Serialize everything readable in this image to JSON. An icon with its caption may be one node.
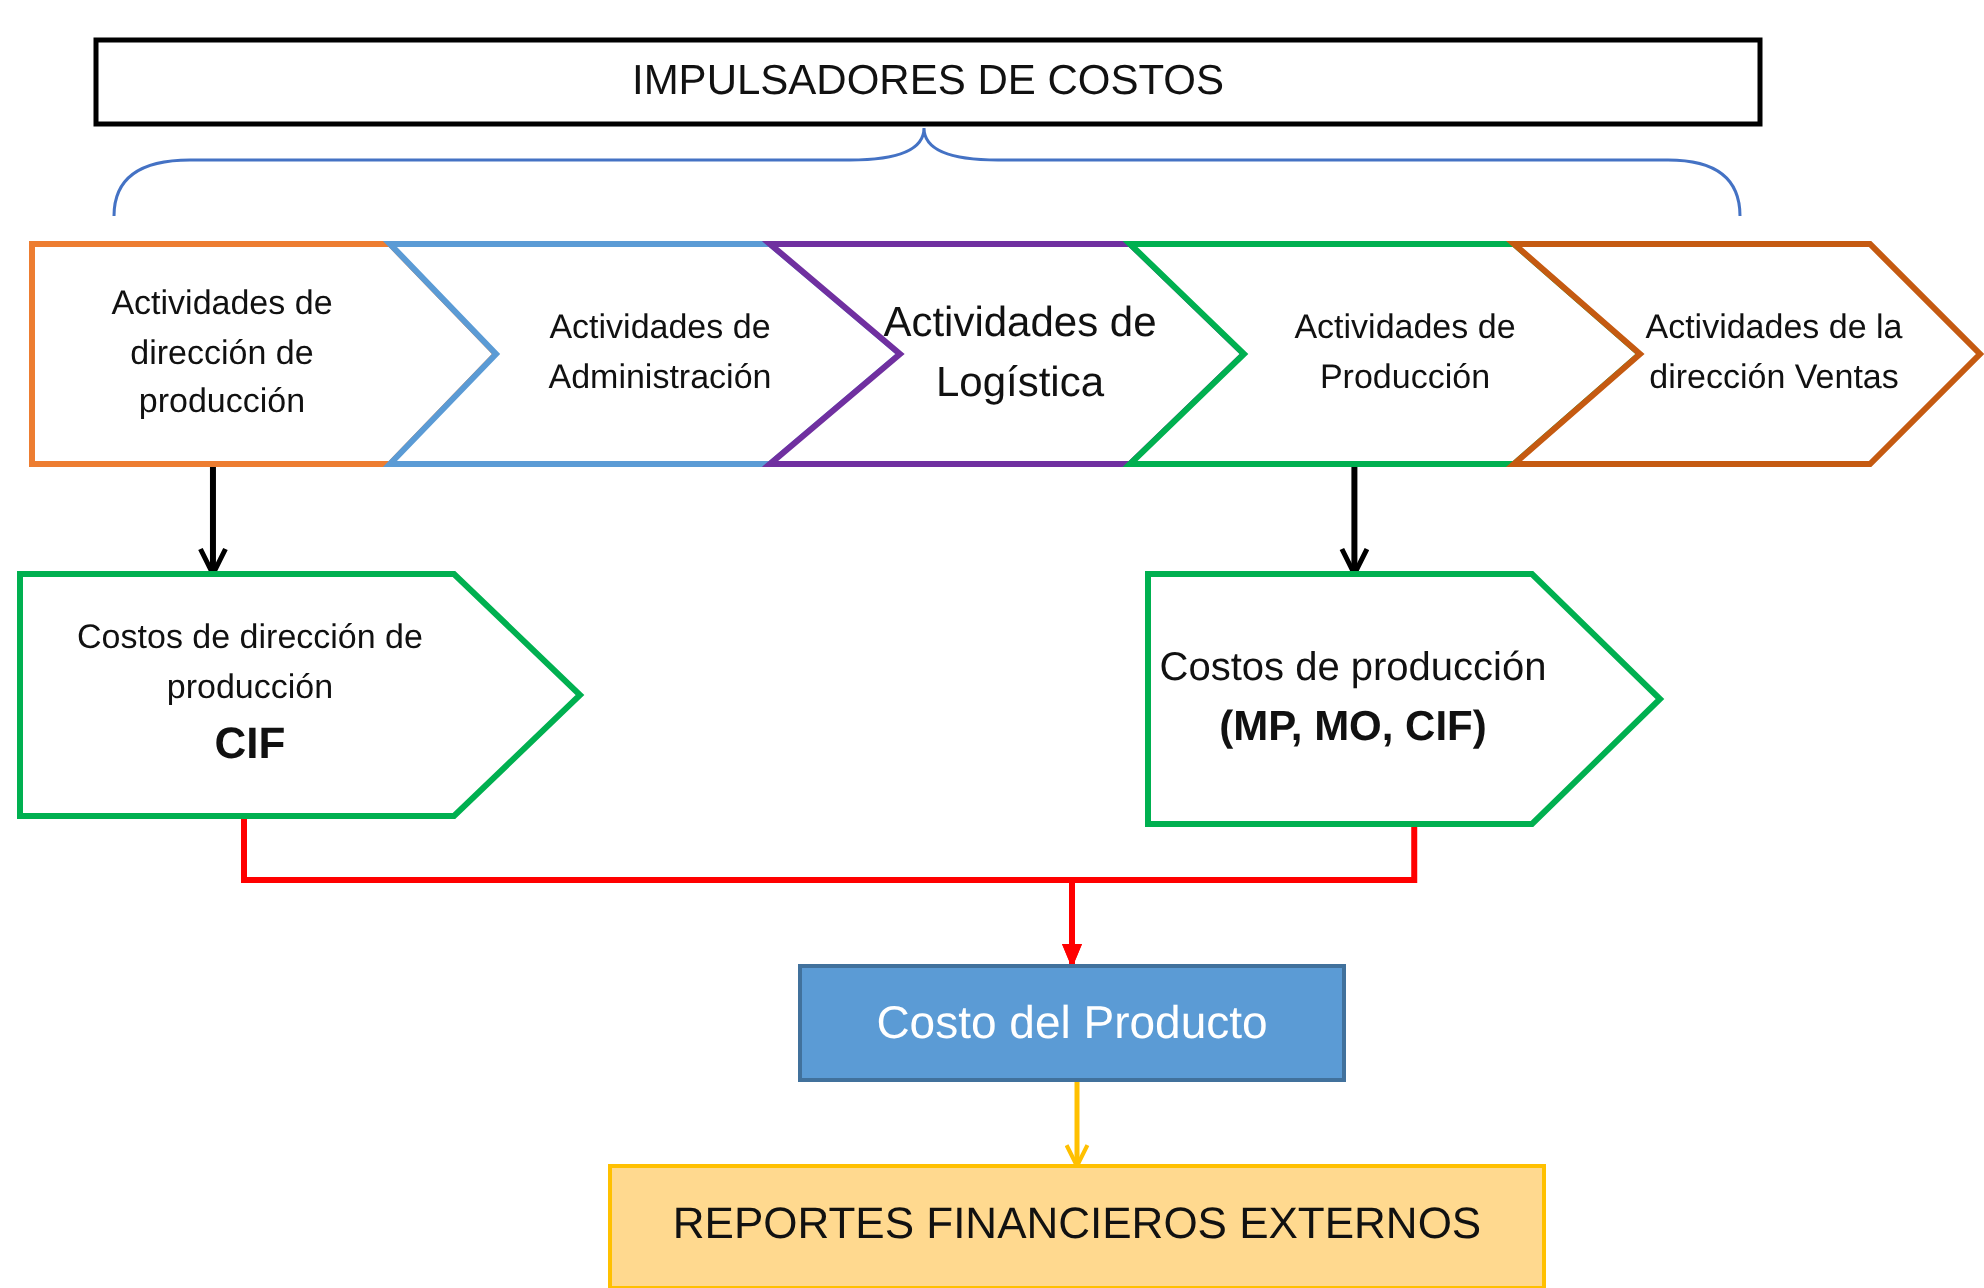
{
  "diagram": {
    "nodes": [
      {
        "text": [
          "IMPULSADORES DE COSTOS"
        ]
      },
      {
        "text": [
          "Actividades de dirección de producción"
        ]
      },
      {
        "text": [
          "Actividades de Administración"
        ]
      },
      {
        "text": [
          "Actividades de Logística"
        ]
      },
      {
        "text": [
          "Actividades de Producción"
        ]
      },
      {
        "text": [
          "Actividades de la dirección Ventas"
        ]
      },
      {
        "text": [
          "Costos de dirección de producción",
          "CIF"
        ]
      },
      {
        "text": [
          "Costos de producción",
          "(MP, MO, CIF)"
        ]
      },
      {
        "text": [
          "Costo del Producto"
        ]
      },
      {
        "text": [
          "REPORTES FINANCIEROS EXTERNOS"
        ]
      }
    ],
    "edges": [
      {
        "from": 1,
        "to": 6,
        "arrow": "to"
      },
      {
        "from": 4,
        "to": 7,
        "arrow": "to"
      },
      {
        "from": 6,
        "to": 8,
        "arrow": "to",
        "color": "#ff0000"
      },
      {
        "from": 7,
        "to": 8,
        "arrow": "to",
        "color": "#ff0000"
      },
      {
        "from": 8,
        "to": 9,
        "arrow": "to",
        "color": "#ffc000"
      }
    ]
  }
}
